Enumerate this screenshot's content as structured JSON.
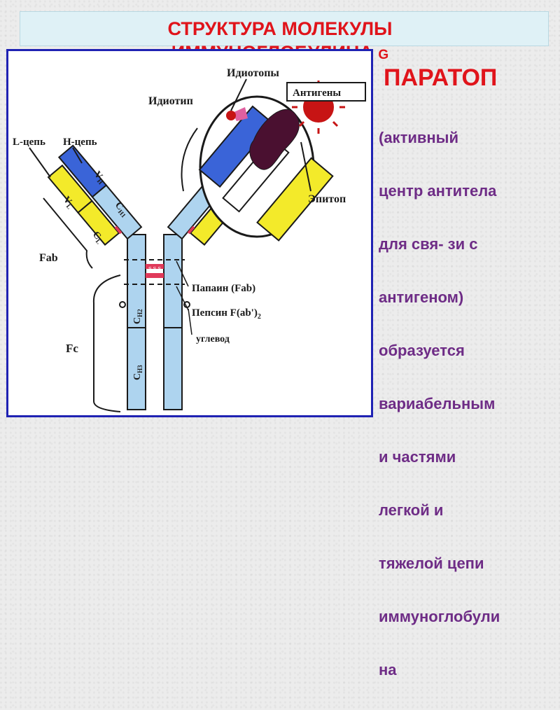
{
  "title": {
    "line1": "СТРУКТУРА МОЛЕКУЛЫ",
    "line2": "ИММУНОГЛОБУЛИНА",
    "suffix": "G"
  },
  "side": {
    "heading": "ПАРАТОП",
    "text_lines": [
      "(активный",
      "центр антитела",
      "для свя- зи с",
      "антигеном)",
      "образуется",
      "вариабельным",
      "и частями",
      "легкой и",
      "тяжелой цепи",
      "иммуноглобули",
      "на"
    ]
  },
  "diagram": {
    "labels": {
      "idiotopes": "Идиотопы",
      "antigens": "Антигены",
      "idiotype": "Идиотип",
      "l_chain": "L-цепь",
      "h_chain": "H-цепь",
      "epitope": "Эпитоп",
      "fab": "Fab",
      "papain": "Папаин (Fab)",
      "pepsin": "Пепсин F(ab')",
      "pepsin_sub": "2",
      "carbohydrate": "углевод",
      "fc": "Fc"
    },
    "domains": {
      "vh": "V",
      "vh_sub": "H",
      "ch1": "C",
      "ch1_sub": "H1",
      "vl": "V",
      "vl_sub": "L",
      "cl": "C",
      "cl_sub": "L",
      "ch2": "C",
      "ch2_sub": "H2",
      "ch3": "C",
      "ch3_sub": "H3"
    },
    "colors": {
      "heavy_variable": "#3a64d8",
      "heavy_constant": "#aed4ef",
      "light_chain": "#f3ea2a",
      "disulfide": "#e03a5a",
      "antigen": "#c71414",
      "outline": "#1a1a1a"
    }
  }
}
